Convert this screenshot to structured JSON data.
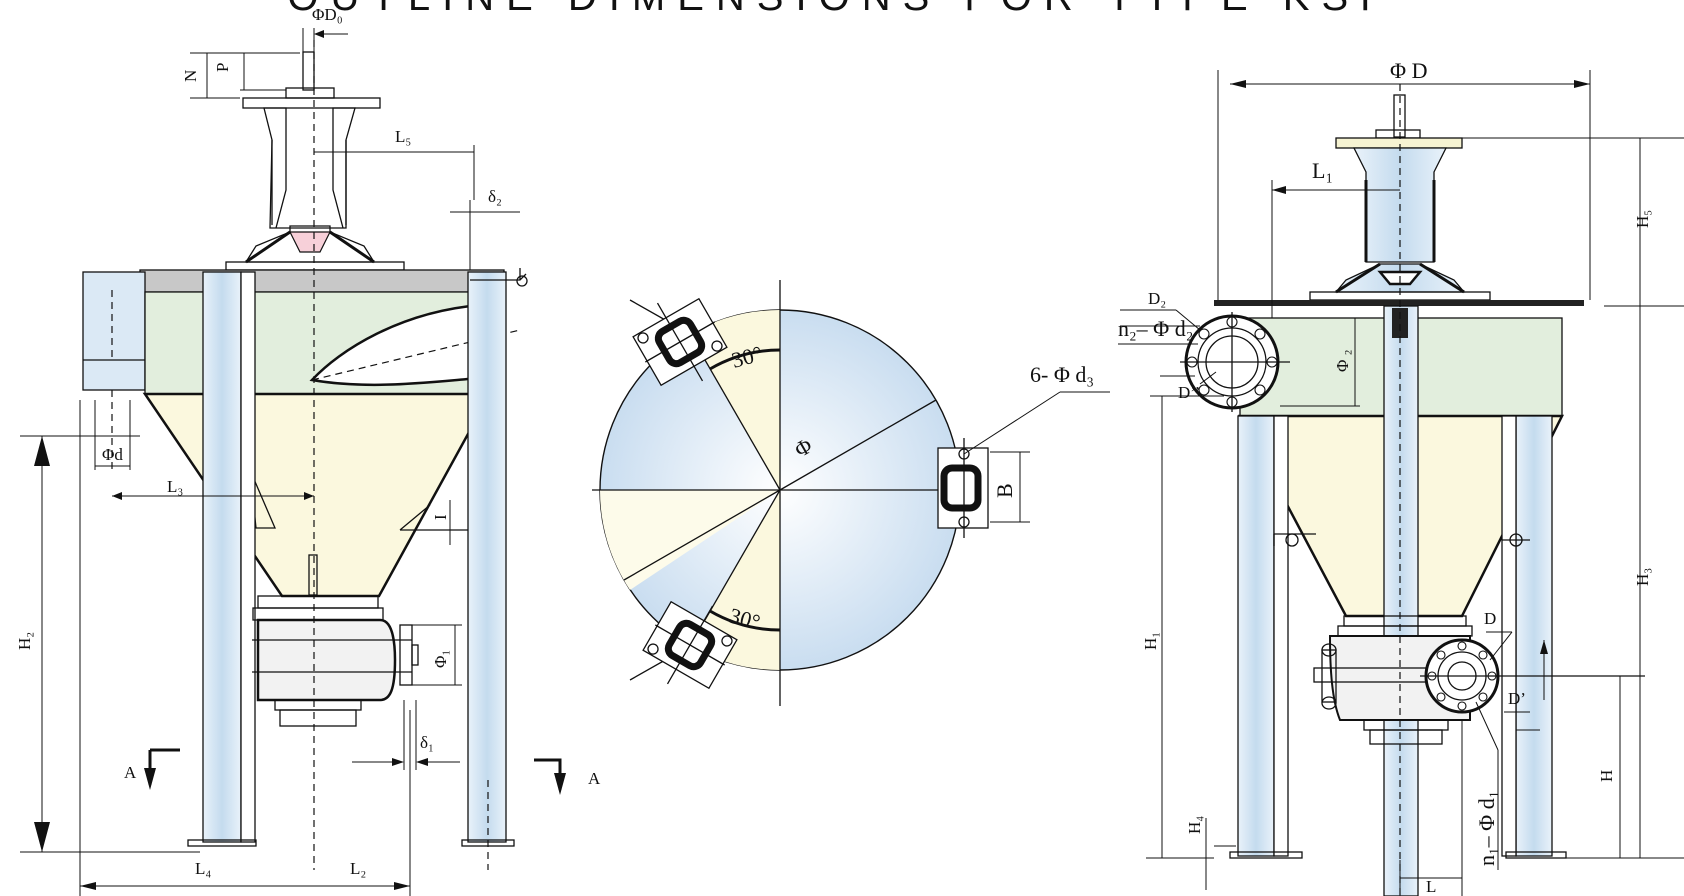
{
  "title": "OUTLINE DIMENSIONS FOR TYPE KSF",
  "front_view": {
    "labels": {
      "phiD0": "ΦD₀",
      "N": "N",
      "P": "P",
      "L5": "L₅",
      "delta2": "δ₂",
      "phid": "Φd",
      "L3": "L₃",
      "H2": "H₂",
      "phi1": "Φ₁",
      "delta1": "δ₁",
      "L4": "L₄",
      "L2": "L₂",
      "section_a_left": "A",
      "section_a_right": "A",
      "tick_i": "I"
    }
  },
  "top_view": {
    "labels": {
      "angle_top": "30°",
      "angle_bottom": "30°",
      "phi": "Φ",
      "bolt_holes": "6- Φ d₃",
      "B": "B"
    }
  },
  "side_view": {
    "labels": {
      "phiD": "Φ D",
      "L1": "L₁",
      "H5": "H₅",
      "D2": "D₂",
      "n2_phid2": "n₂– Φ d₂",
      "D_double_prime": "D’’",
      "phi2": "Φ ₂",
      "H3": "H₃",
      "H1": "H₁",
      "D": "D",
      "D_prime": "D’",
      "H": "H",
      "H4": "H₄",
      "n1_phid1": "n₁– Φ d₁",
      "L": "L"
    }
  },
  "colors": {
    "pipe_blue": "#dbe9f5",
    "tank_cream": "#fbf8de",
    "tank_green": "#e2eedd",
    "deck_grey": "#c8c8c8"
  }
}
